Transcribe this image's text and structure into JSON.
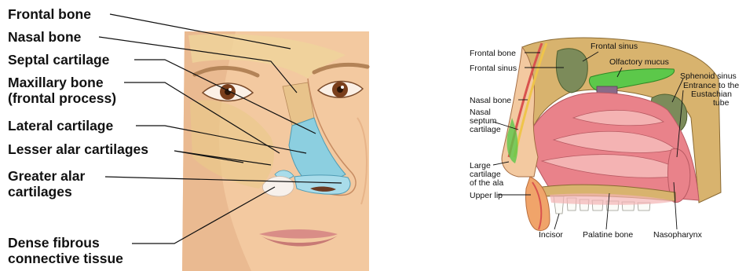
{
  "left_figure": {
    "labels": [
      {
        "id": "frontal-bone",
        "lines": [
          "Frontal bone"
        ]
      },
      {
        "id": "nasal-bone",
        "lines": [
          "Nasal bone"
        ]
      },
      {
        "id": "septal-cartilage",
        "lines": [
          "Septal cartilage"
        ]
      },
      {
        "id": "maxillary-bone",
        "lines": [
          "Maxillary bone",
          "(frontal process)"
        ]
      },
      {
        "id": "lateral-cartilage",
        "lines": [
          "Lateral cartilage"
        ]
      },
      {
        "id": "lesser-alar-cartilages",
        "lines": [
          "Lesser alar cartilages"
        ]
      },
      {
        "id": "greater-alar-cartilages",
        "lines": [
          "Greater alar",
          "cartilages"
        ]
      },
      {
        "id": "dense-fibrous-tissue",
        "lines": [
          "Dense fibrous",
          "connective tissue"
        ]
      }
    ]
  },
  "right_figure": {
    "labels": [
      {
        "id": "frontal-bone",
        "lines": [
          "Frontal bone"
        ]
      },
      {
        "id": "frontal-sinus-left",
        "lines": [
          "Frontal sinus"
        ]
      },
      {
        "id": "frontal-sinus-top",
        "lines": [
          "Frontal sinus"
        ]
      },
      {
        "id": "olfactory-mucus",
        "lines": [
          "Olfactory mucus"
        ]
      },
      {
        "id": "sphenoid-sinus",
        "lines": [
          "Sphenoid sinus"
        ]
      },
      {
        "id": "eustachian-entrance",
        "lines": [
          "Entrance to the",
          "Eustachian",
          "tube"
        ]
      },
      {
        "id": "nasal-bone",
        "lines": [
          "Nasal bone"
        ]
      },
      {
        "id": "nasal-septum-cartilage",
        "lines": [
          "Nasal",
          "septum",
          "cartilage"
        ]
      },
      {
        "id": "large-cartilage-ala",
        "lines": [
          "Large",
          "cartilage",
          "of the ala"
        ]
      },
      {
        "id": "upper-lip",
        "lines": [
          "Upper lip"
        ]
      },
      {
        "id": "incisor",
        "lines": [
          "Incisor"
        ]
      },
      {
        "id": "palatine-bone",
        "lines": [
          "Palatine bone"
        ]
      },
      {
        "id": "nasopharynx",
        "lines": [
          "Nasopharynx"
        ]
      }
    ]
  },
  "colors": {
    "skin": "#f3c9a0",
    "skin_shadow": "#e0a77a",
    "cartilage_blue": "#8ccfe0",
    "bone": "#d8b36e",
    "mucosa": "#e9828a",
    "mucosa_light": "#f4b3b3",
    "olfactory_green": "#5cc84a"
  }
}
